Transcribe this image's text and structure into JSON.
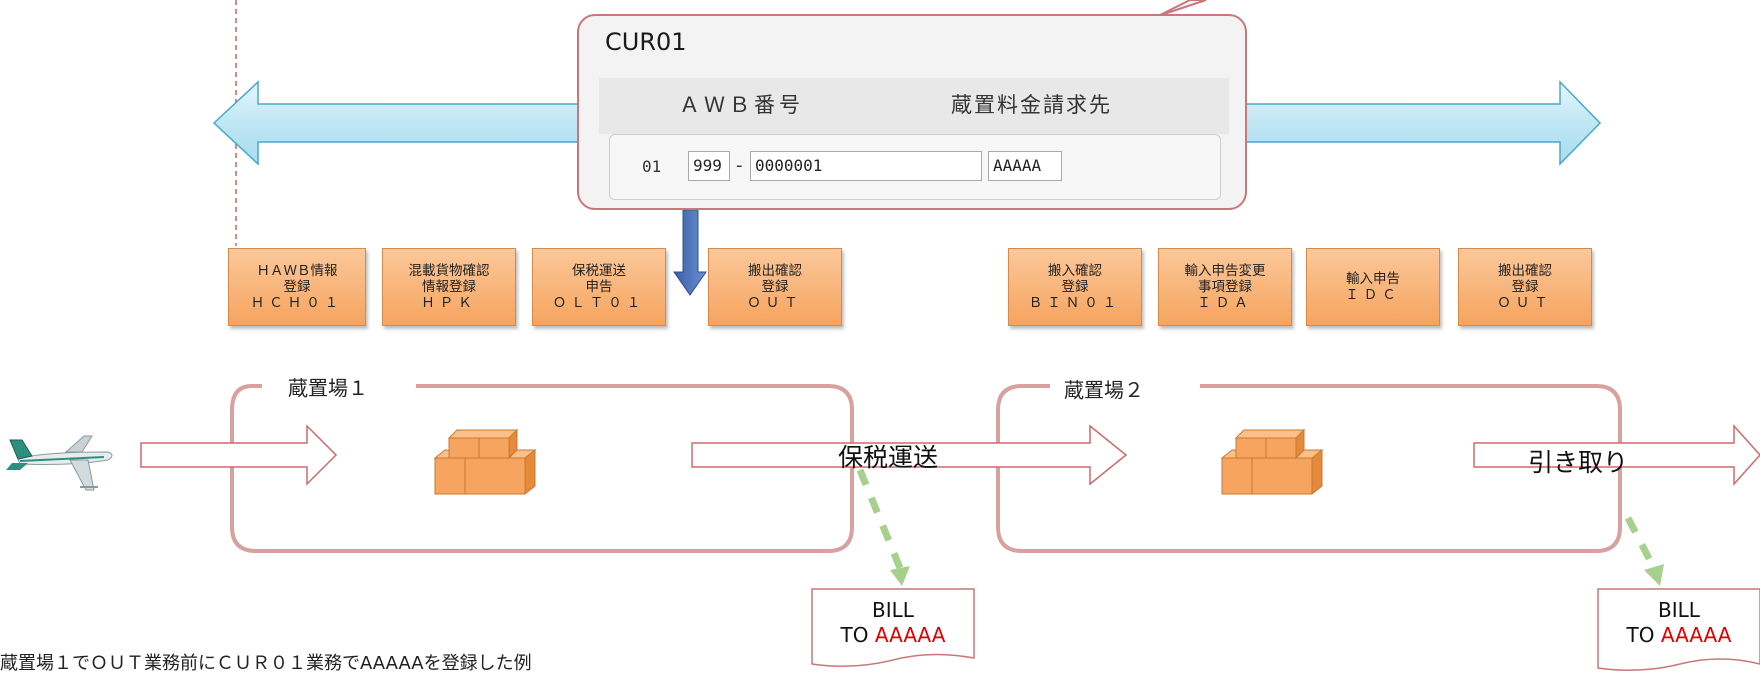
{
  "cur01": {
    "title": "CUR01",
    "awb_header": "ＡＷＢ番号",
    "bill_to_header": "蔵置料金請求先",
    "row_no": "01",
    "awb_prefix": "999",
    "awb_dash": "-",
    "awb_serial": "0000001",
    "bill_to": "AAAAA"
  },
  "procedures_left": [
    {
      "line1": "ＨＡＷＢ情報",
      "line2": "登録",
      "code": "ＨＣＨ０１"
    },
    {
      "line1": "混載貨物確認",
      "line2": "情報登録",
      "code": "ＨＰＫ"
    },
    {
      "line1": "保税運送",
      "line2": "申告",
      "code": "ＯＬＴ０１"
    },
    {
      "line1": "搬出確認",
      "line2": "登録",
      "code": "ＯＵＴ"
    }
  ],
  "procedures_right": [
    {
      "line1": "搬入確認",
      "line2": "登録",
      "code": "ＢＩＮ０１"
    },
    {
      "line1": "輸入申告変更",
      "line2": "事項登録",
      "code": "ＩＤＡ"
    },
    {
      "line1": "輸入申告",
      "line2": "",
      "code": "ＩＤＣ"
    },
    {
      "line1": "搬出確認",
      "line2": "登録",
      "code": "ＯＵＴ"
    }
  ],
  "warehouse1": {
    "label": "蔵置場１"
  },
  "warehouse2": {
    "label": "蔵置場２"
  },
  "flows": {
    "bonded_transport": "保税運送",
    "pickup": "引き取り"
  },
  "bills": [
    {
      "line1": "BILL",
      "to": "TO",
      "name": "AAAAA"
    },
    {
      "line1": "BILL",
      "to": "TO",
      "name": "AAAAA"
    }
  ],
  "footnote": "蔵置場１でＯＵＴ業務前にＣＵＲ０１業務でAAAAAを登録した例",
  "colors": {
    "panel_border": "#c9777a",
    "box_fill": "#f6a45f",
    "band_arrow": "#bfe6f4",
    "warehouse_border": "#d9a0a0",
    "bill_red": "#e00000",
    "dashed_arrow": "#a8d08d"
  }
}
